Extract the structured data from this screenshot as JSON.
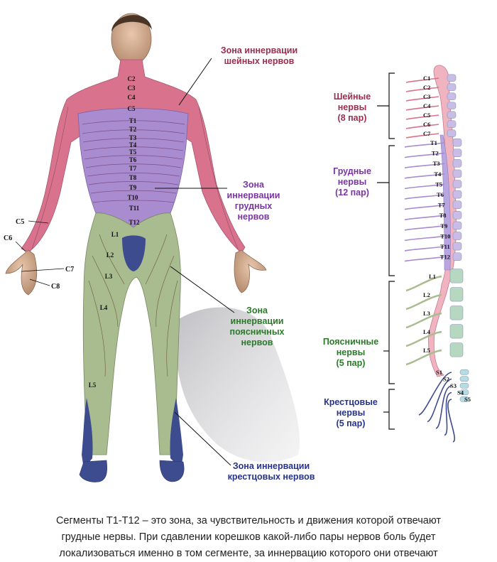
{
  "colors": {
    "cervical": "#d9738d",
    "thoracic": "#a98bcf",
    "lumbar": "#a9bc8f",
    "sacral": "#3d4c8f",
    "cervical_label": "#9c2d4f",
    "thoracic_label": "#7a35a3",
    "lumbar_label": "#2a7a2a",
    "sacral_label": "#27338a"
  },
  "body_labels": {
    "cervical_zone": [
      "Зона иннервации",
      "шейных нервов"
    ],
    "thoracic_zone": [
      "Зона",
      "иннервации",
      "грудных",
      "нервов"
    ],
    "lumbar_zone": [
      "Зона",
      "иннервации",
      "поясничных",
      "нервов"
    ],
    "sacral_zone": [
      "Зона иннервации",
      "крестцовых нервов"
    ]
  },
  "spine_labels": {
    "cervical": [
      "Шейные",
      "нервы",
      "(8 пар)"
    ],
    "thoracic": [
      "Грудные",
      "нервы",
      "(12 пар)"
    ],
    "lumbar": [
      "Поясничные",
      "нервы",
      "(5 пар)"
    ],
    "sacral": [
      "Крестцовые",
      "нервы",
      "(5 пар)"
    ]
  },
  "body_segments": {
    "trunk": [
      "C2",
      "C3",
      "C4",
      "C5",
      "T1",
      "T2",
      "T3",
      "T4",
      "T5",
      "T6",
      "T7",
      "T8",
      "T9",
      "T10",
      "T11",
      "T12"
    ],
    "legs": [
      "L1",
      "L2",
      "L3",
      "L4",
      "L5"
    ],
    "arm": [
      "C5",
      "C6",
      "C7",
      "C8"
    ]
  },
  "spine_segments": {
    "cervical": [
      "C1",
      "C2",
      "C3",
      "C4",
      "C5",
      "C6",
      "C7"
    ],
    "thoracic": [
      "T1",
      "T2",
      "T3",
      "T4",
      "T5",
      "T6",
      "T7",
      "T8",
      "T9",
      "T10",
      "T11",
      "T12"
    ],
    "lumbar": [
      "L1",
      "L2",
      "L3",
      "L4",
      "L5"
    ],
    "sacral": [
      "S1",
      "S2",
      "S3",
      "S4",
      "S5"
    ]
  },
  "caption": [
    "Сегменты Т1-Т12 – это зона, за чувствительность и движения которой отвечают",
    "грудные нервы. При сдавлении корешков какой-либо пары нервов боль будет",
    "локализоваться именно в том сегменте, за иннервацию которого они отвечают"
  ]
}
